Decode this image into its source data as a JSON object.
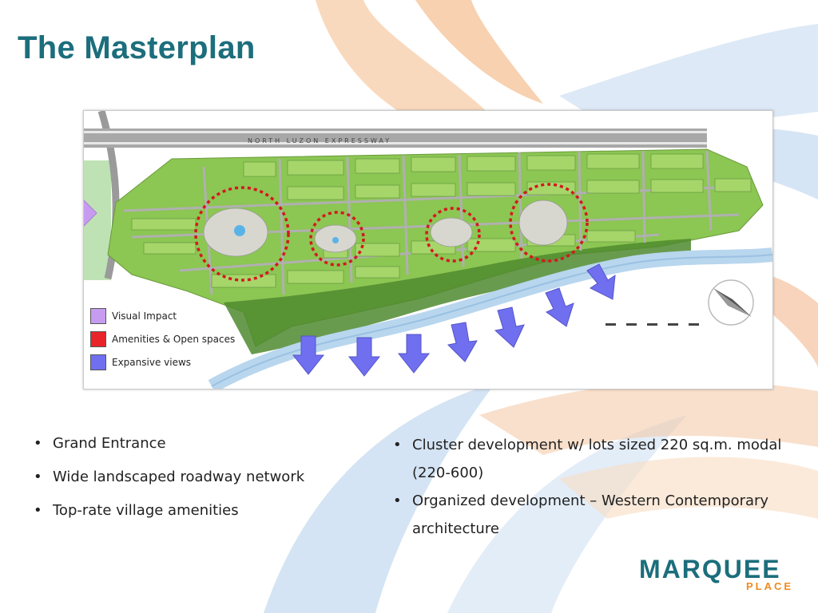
{
  "slide": {
    "title": "The Masterplan"
  },
  "map": {
    "road_label": "NORTH LUZON EXPRESSWAY"
  },
  "legend": {
    "items": [
      {
        "label": "Visual Impact",
        "color": "#c79cf0"
      },
      {
        "label": "Amenities & Open spaces",
        "color": "#e8242a"
      },
      {
        "label": "Expansive views",
        "color": "#6f6ff0"
      }
    ]
  },
  "bullets": {
    "left": [
      "Grand Entrance",
      "Wide landscaped roadway network",
      "Top-rate village amenities"
    ],
    "right": [
      "Cluster development w/ lots sized 220 sq.m. modal (220-600)",
      "Organized development – Western Contemporary architecture"
    ]
  },
  "logo": {
    "main": "MARQUEE",
    "sub": "PLACE"
  },
  "colors": {
    "title": "#1c6e7c",
    "accent_orange": "#f08a1c",
    "park_green": "#7bbf3a"
  }
}
